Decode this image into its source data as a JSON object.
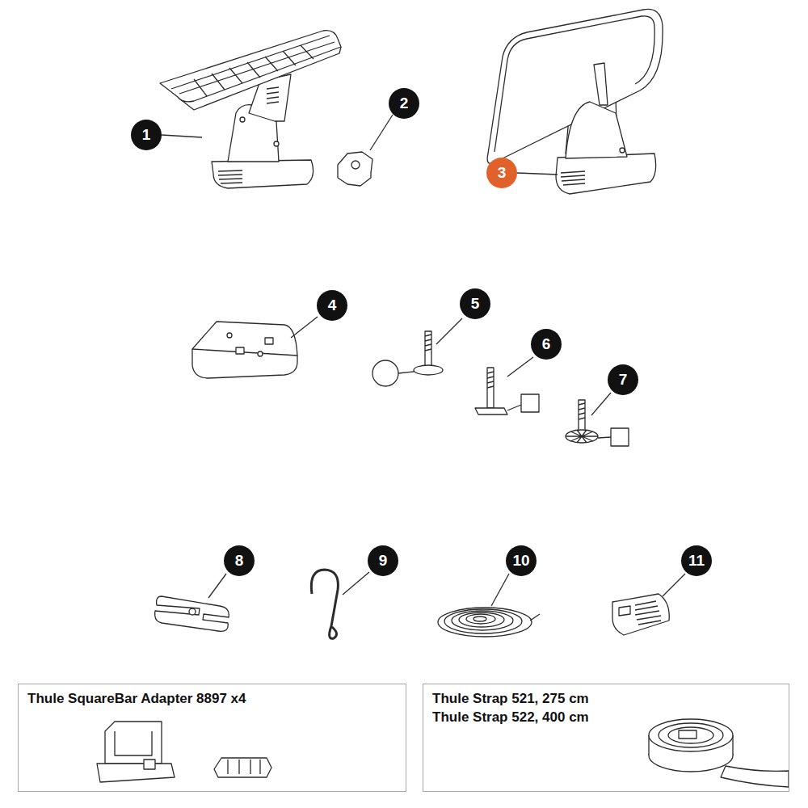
{
  "diagram": {
    "nodes": [
      {
        "text": [
          "1"
        ]
      },
      {
        "text": [
          "2"
        ]
      },
      {
        "text": [
          "3"
        ]
      },
      {
        "text": [
          "4"
        ]
      },
      {
        "text": [
          "5"
        ]
      },
      {
        "text": [
          "6"
        ]
      },
      {
        "text": [
          "7"
        ]
      },
      {
        "text": [
          "8"
        ]
      },
      {
        "text": [
          "9"
        ]
      },
      {
        "text": [
          "10"
        ]
      },
      {
        "text": [
          "11"
        ]
      },
      {
        "text": [
          "Thule SquareBar Adapter 8897 x4"
        ]
      },
      {
        "text": [
          "Thule Strap 521, 275 cm",
          "Thule Strap 522, 400 cm"
        ]
      }
    ]
  }
}
